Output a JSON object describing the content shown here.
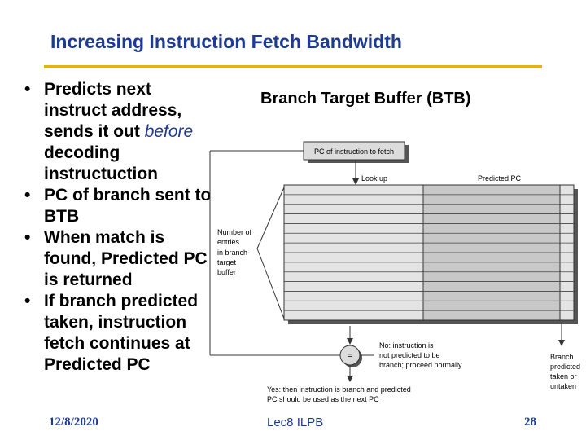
{
  "title": "Increasing Instruction Fetch Bandwidth",
  "bullets": [
    {
      "before": "Predicts next instruct address, sends it out ",
      "em": "before",
      "after": " decoding instructuction"
    },
    {
      "before": "PC of branch sent to BTB",
      "em": "",
      "after": ""
    },
    {
      "before": "When match is found, Predicted PC is returned",
      "em": "",
      "after": ""
    },
    {
      "before": "If branch predicted taken, instruction fetch continues at Predicted PC",
      "em": "",
      "after": ""
    }
  ],
  "diagram": {
    "heading": "Branch Target Buffer (BTB)",
    "pc_box": "PC of instruction to fetch",
    "lookup": "Look up",
    "predicted_pc": "Predicted PC",
    "entries_label": [
      "Number of",
      "entries",
      "in branch-",
      "target",
      "buffer"
    ],
    "compare": "=",
    "no_label": [
      "No:  instruction is",
      "not predicted to be",
      "branch; proceed normally"
    ],
    "yes_label": [
      "Yes:  then instruction is branch and predicted",
      "PC should be used as the next PC"
    ],
    "right_label": [
      "Branch",
      "predicted",
      "taken or",
      "untaken"
    ]
  },
  "footer": {
    "date": "12/8/2020",
    "center": "Lec8 ILPB",
    "page": "28"
  },
  "colors": {
    "title": "#1f3a93",
    "rule": "#e3b313"
  }
}
